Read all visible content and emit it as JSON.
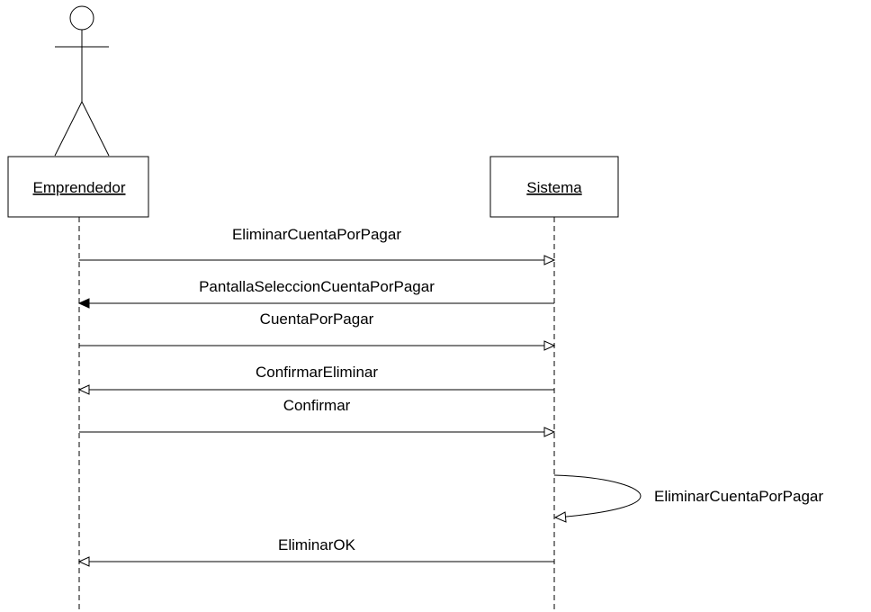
{
  "participants": {
    "actor": {
      "name": "Emprendedor",
      "icon": "stick-figure-actor-icon"
    },
    "system": {
      "name": "Sistema"
    }
  },
  "messages": [
    {
      "label": "EliminarCuentaPorPagar",
      "from": "Emprendedor",
      "to": "Sistema",
      "arrow": "open"
    },
    {
      "label": "PantallaSeleccionCuentaPorPagar",
      "from": "Sistema",
      "to": "Emprendedor",
      "arrow": "filled"
    },
    {
      "label": "CuentaPorPagar",
      "from": "Emprendedor",
      "to": "Sistema",
      "arrow": "open"
    },
    {
      "label": "ConfirmarEliminar",
      "from": "Sistema",
      "to": "Emprendedor",
      "arrow": "open"
    },
    {
      "label": "Confirmar",
      "from": "Emprendedor",
      "to": "Sistema",
      "arrow": "open"
    },
    {
      "label": "EliminarCuentaPorPagar",
      "from": "Sistema",
      "to": "Sistema",
      "arrow": "open"
    },
    {
      "label": "EliminarOK",
      "from": "Sistema",
      "to": "Emprendedor",
      "arrow": "open"
    }
  ]
}
